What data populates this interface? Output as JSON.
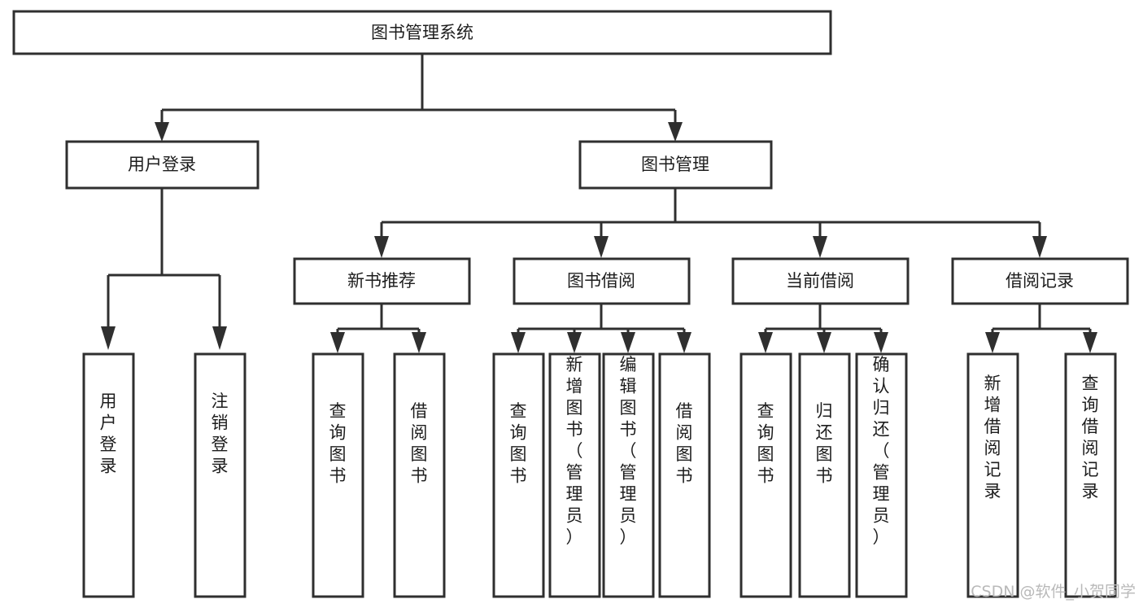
{
  "diagram": {
    "title": "图书管理系统",
    "type": "tree-hierarchy-chart",
    "orientation": "top-down",
    "colors": {
      "background": "#ffffff",
      "box_fill": "#ffffff",
      "box_stroke": "#2f2f2f",
      "text": "#1d1d1d",
      "connector": "#2f2f2f",
      "watermark": "#b9b9b9"
    },
    "root": {
      "label": "图书管理系统"
    },
    "level2": [
      {
        "label": "用户登录"
      },
      {
        "label": "图书管理"
      }
    ],
    "level3": [
      {
        "label": "新书推荐"
      },
      {
        "label": "图书借阅"
      },
      {
        "label": "当前借阅"
      },
      {
        "label": "借阅记录"
      }
    ],
    "leaves": {
      "user_login": [
        {
          "label": "用户登录"
        },
        {
          "label": "注销登录"
        }
      ],
      "new_book_recommend": [
        {
          "label": "查询图书"
        },
        {
          "label": "借阅图书"
        }
      ],
      "book_borrow": [
        {
          "label": "查询图书"
        },
        {
          "label": "新增图书（管理员）"
        },
        {
          "label": "编辑图书（管理员）"
        },
        {
          "label": "借阅图书"
        }
      ],
      "current_borrow": [
        {
          "label": "查询图书"
        },
        {
          "label": "归还图书"
        },
        {
          "label": "确认归还（管理员）"
        }
      ],
      "borrow_records": [
        {
          "label": "新增借阅记录"
        },
        {
          "label": "查询借阅记录"
        }
      ]
    },
    "watermark": "CSDN @软件_小贺同学"
  }
}
